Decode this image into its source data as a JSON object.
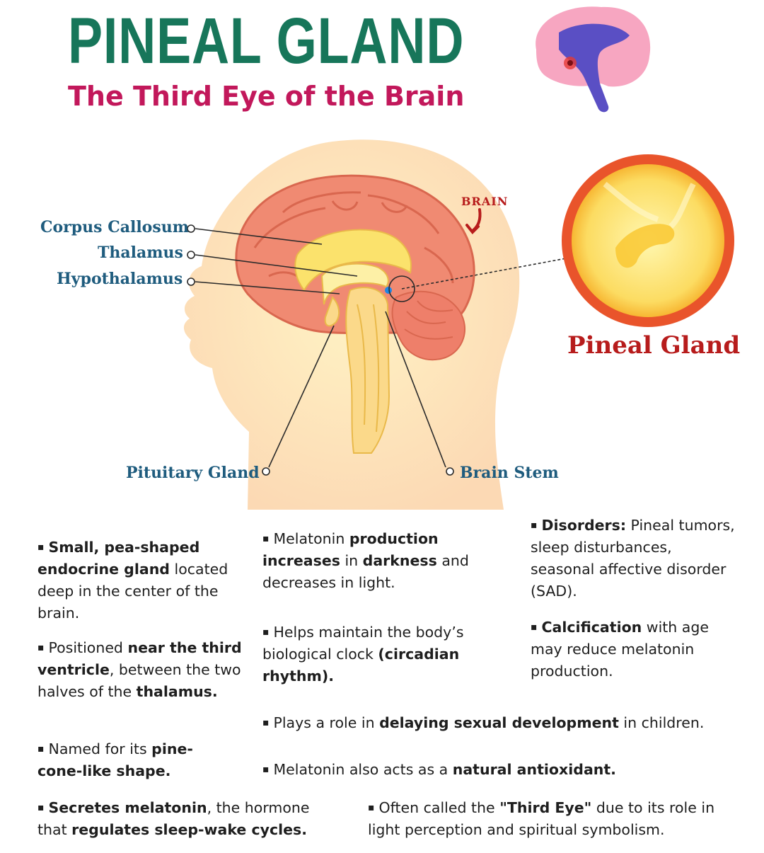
{
  "header": {
    "title": "PINEAL GLAND",
    "subtitle": "The Third Eye of the Brain"
  },
  "diagram": {
    "labels": {
      "corpus_callosum": "Corpus Callosum",
      "thalamus": "Thalamus",
      "hypothalamus": "Hypothalamus",
      "pituitary_gland": "Pituitary Gland",
      "brain_stem": "Brain Stem",
      "brain": "BRAIN",
      "pineal_gland": "Pineal Gland"
    },
    "colors": {
      "title_green": "#17765a",
      "subtitle_magenta": "#c2185b",
      "label_blue": "#1f5c7e",
      "label_red": "#b71c1c",
      "brain_pink": "#f08a72",
      "head_peach": "#fde2c0",
      "gland_yellow": "#f9d648"
    }
  },
  "facts": [
    {
      "id": "pea-shaped",
      "parts": [
        {
          "text": "Small, pea-shaped endocrine gland",
          "bold": true
        },
        {
          "text": " located deep in the center of the brain.",
          "bold": false
        }
      ]
    },
    {
      "id": "third-ventricle",
      "parts": [
        {
          "text": "Positioned ",
          "bold": false
        },
        {
          "text": "near the third ventricle",
          "bold": true
        },
        {
          "text": ", between the two halves of the ",
          "bold": false
        },
        {
          "text": "thalamus.",
          "bold": true
        }
      ]
    },
    {
      "id": "pine-cone",
      "parts": [
        {
          "text": "Named for its ",
          "bold": false
        },
        {
          "text": "pine-cone-like shape.",
          "bold": true
        }
      ]
    },
    {
      "id": "secretes",
      "parts": [
        {
          "text": "Secretes melatonin",
          "bold": true
        },
        {
          "text": ", the hormone that ",
          "bold": false
        },
        {
          "text": "regulates sleep-wake cycles.",
          "bold": true
        }
      ]
    },
    {
      "id": "melatonin-dark",
      "parts": [
        {
          "text": "Melatonin ",
          "bold": false
        },
        {
          "text": "production increases",
          "bold": true
        },
        {
          "text": " in ",
          "bold": false
        },
        {
          "text": "darkness",
          "bold": true
        },
        {
          "text": " and decreases in light.",
          "bold": false
        }
      ]
    },
    {
      "id": "clock",
      "parts": [
        {
          "text": "Helps maintain the body’s biological clock ",
          "bold": false
        },
        {
          "text": "(circadian rhythm).",
          "bold": true
        }
      ]
    },
    {
      "id": "disorders",
      "parts": [
        {
          "text": "Disorders:",
          "bold": true
        },
        {
          "text": " Pineal tumors, sleep disturbances, seasonal affective disorder (SAD).",
          "bold": false
        }
      ]
    },
    {
      "id": "calcification",
      "parts": [
        {
          "text": "Calcification",
          "bold": true
        },
        {
          "text": " with age may reduce melatonin production.",
          "bold": false
        }
      ]
    },
    {
      "id": "sexual-dev",
      "parts": [
        {
          "text": "Plays a role in ",
          "bold": false
        },
        {
          "text": "delaying sexual development",
          "bold": true
        },
        {
          "text": " in children.",
          "bold": false
        }
      ]
    },
    {
      "id": "antioxidant",
      "parts": [
        {
          "text": "Melatonin also acts as a ",
          "bold": false
        },
        {
          "text": "natural antioxidant.",
          "bold": true
        }
      ]
    },
    {
      "id": "third-eye",
      "parts": [
        {
          "text": "Often called the ",
          "bold": false
        },
        {
          "text": "\"Third Eye\"",
          "bold": true
        },
        {
          "text": " due to its role in light perception and spiritual symbolism.",
          "bold": false
        }
      ]
    }
  ]
}
